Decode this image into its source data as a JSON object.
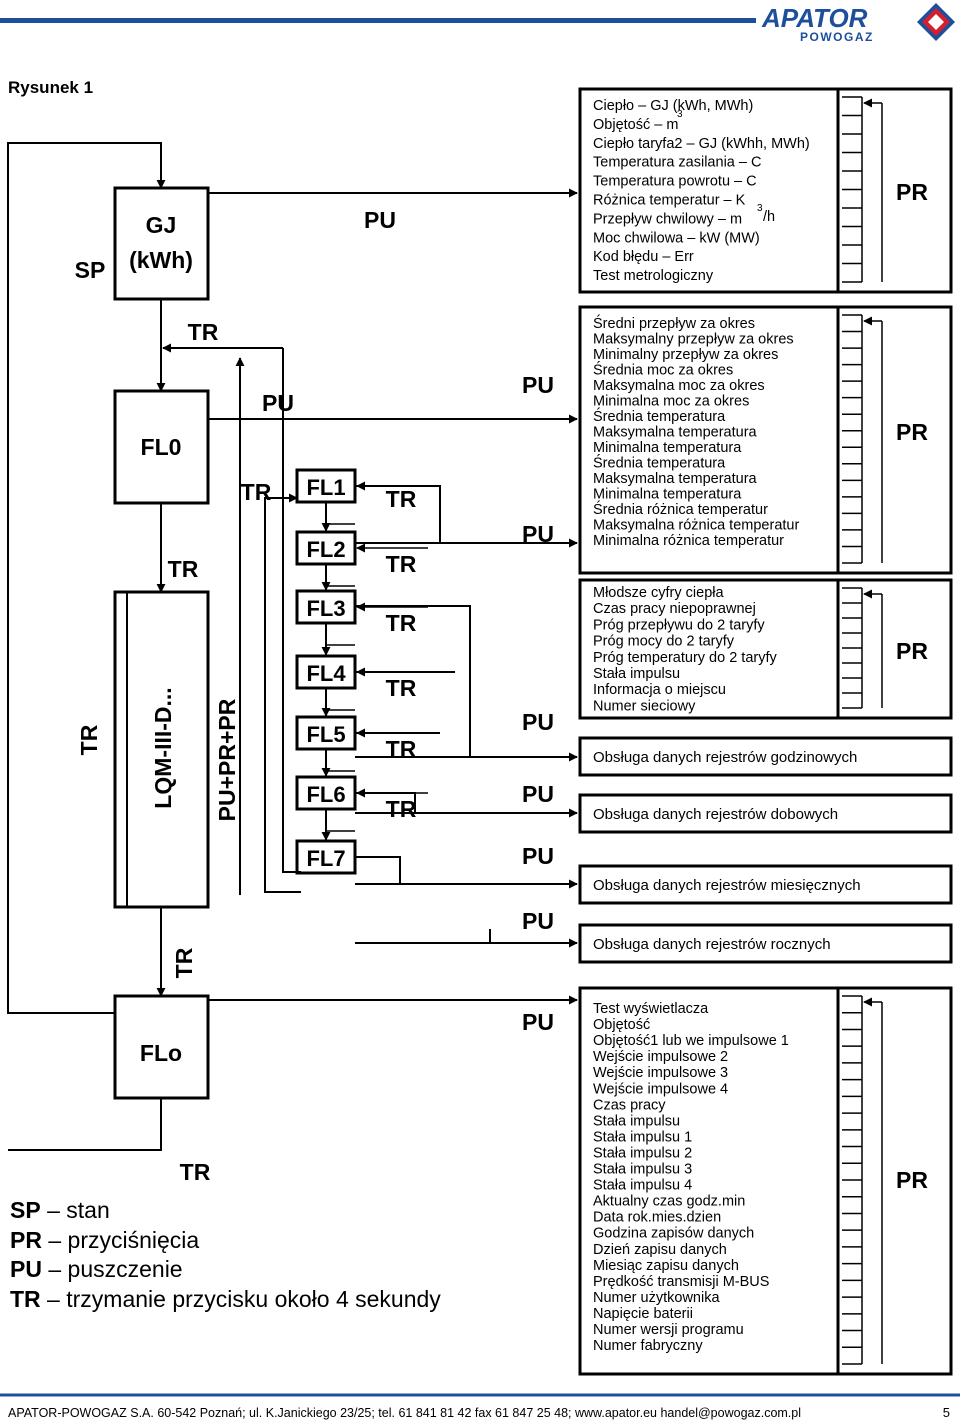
{
  "brand": {
    "name": "APATOR",
    "sub": "POWOGAZ",
    "blue": "#1d4f9c",
    "red": "#d3202f"
  },
  "figure_title": "Rysunek 1",
  "labels": {
    "sp": "SP",
    "gj": "GJ",
    "kwh": "(kWh)",
    "pu": "PU",
    "tr": "TR",
    "pr": "PR",
    "fl0": "FL0",
    "flo": "FLo",
    "lqm": "LQM-III-D...",
    "pu_pr": "PU+PR+PR",
    "fl": [
      "FL1",
      "FL2",
      "FL3",
      "FL4",
      "FL5",
      "FL6",
      "FL7"
    ]
  },
  "boxes": {
    "box1": [
      "Ciepło – GJ (kWh, MWh)",
      "Objętość – m",
      "Ciepło taryfa2 – GJ (kWhh, MWh)",
      "Temperatura zasilania – C",
      "Temperatura powrotu – C",
      "Różnica temperatur – K",
      "Przepływ chwilowy – m",
      "Moc chwilowa – kW (MW)",
      "Kod błędu – Err",
      "Test metrologiczny"
    ],
    "box1_sup": {
      "obj": "3",
      "flow_a": "3",
      "flow_b": "/h"
    },
    "box2": [
      "Średni przepływ za okres",
      "Maksymalny przepływ za okres",
      "Minimalny przepływ za okres",
      "Średnia moc za okres",
      "Maksymalna moc za okres",
      "Minimalna moc za okres",
      "Średnia temperatura",
      "Maksymalna temperatura",
      "Minimalna temperatura",
      "Średnia temperatura",
      "Maksymalna temperatura",
      "Minimalna temperatura",
      "Średnia różnica temperatur",
      "Maksymalna różnica temperatur",
      "Minimalna różnica temperatur"
    ],
    "box3": [
      "Młodsze cyfry ciepła",
      "Czas pracy niepoprawnej",
      "Próg przepływu do 2 taryfy",
      "Próg mocy do 2 taryfy",
      "Próg temperatury do 2 taryfy",
      "Stała impulsu",
      "Informacja o miejscu",
      "Numer sieciowy"
    ],
    "box_hour": "Obsługa danych rejestrów godzinowych",
    "box_day": "Obsługa danych rejestrów dobowych",
    "box_month": "Obsługa danych rejestrów miesięcznych",
    "box_year": "Obsługa danych rejestrów rocznych",
    "box4": [
      "Test wyświetlacza",
      "Objętość",
      "Objętość1 lub we impulsowe 1",
      "Wejście impulsowe 2",
      "Wejście impulsowe 3",
      "Wejście impulsowe 4",
      "Czas pracy",
      "Stała impulsu",
      "Stała impulsu 1",
      "Stała impulsu 2",
      "Stała impulsu 3",
      "Stała impulsu 4",
      "Aktualny czas godz.min",
      "Data rok.mies.dzien",
      "Godzina zapisów danych",
      "Dzień zapisu danych",
      "Miesiąc zapisu danych",
      "Prędkość transmisji M-BUS",
      "Numer użytkownika",
      "Napięcie baterii",
      "Numer wersji programu",
      "Numer fabryczny"
    ]
  },
  "legend": [
    {
      "key": "SP",
      "text": " – stan"
    },
    {
      "key": "PR",
      "text": " – przyciśnięcia"
    },
    {
      "key": "PU",
      "text": " – puszczenie"
    },
    {
      "key": "TR",
      "text": " – trzymanie przycisku około 4 sekundy"
    }
  ],
  "footer": {
    "text": "APATOR-POWOGAZ S.A. 60-542 Poznań; ul. K.Janickiego 23/25; tel. 61 841 81 42 fax 61 847 25 48;  www.apator.eu   handel@powogaz.com.pl",
    "page": "5"
  }
}
